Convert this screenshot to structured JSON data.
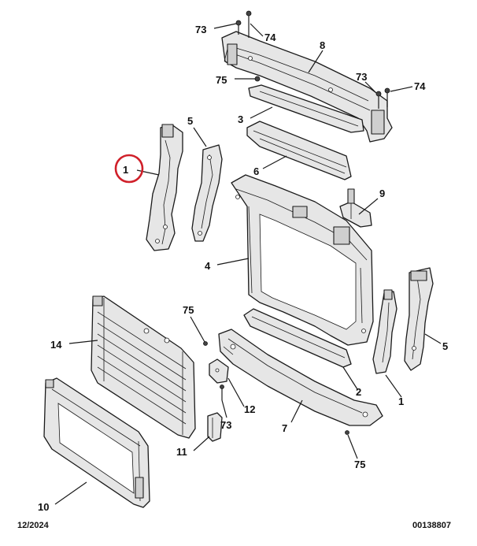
{
  "callouts": {
    "c73_top": "73",
    "c74_top": "74",
    "c8": "8",
    "c75_top": "75",
    "c73_right": "73",
    "c74_right": "74",
    "c3": "3",
    "c5_left": "5",
    "c1_left": "1",
    "c6": "6",
    "c9": "9",
    "c4": "4",
    "c75_mid": "75",
    "c14": "14",
    "c5_right": "5",
    "c2": "2",
    "c1_right": "1",
    "c12": "12",
    "c73_bottom": "73",
    "c7": "7",
    "c11": "11",
    "c75_bottom": "75",
    "c10": "10"
  },
  "footer": {
    "date": "12/2024",
    "reference": "00138807"
  },
  "highlight": {
    "color": "#d0202a",
    "target": "1"
  }
}
